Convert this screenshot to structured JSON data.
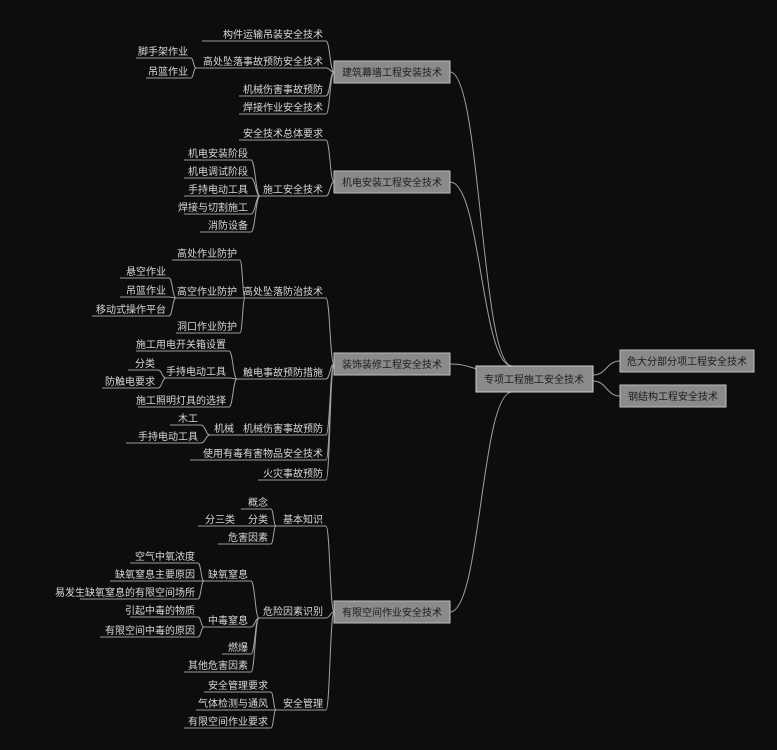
{
  "center": "专项工程施工安全技术",
  "right": [
    "危大分部分项工程安全技术",
    "钢结构工程安全技术"
  ],
  "branches": [
    {
      "label": "建筑幕墙工程安装技术",
      "children": [
        {
          "label": "构件运输吊装安全技术",
          "children": []
        },
        {
          "label": "高处坠落事故预防安全技术",
          "children": [
            {
              "label": "脚手架作业"
            },
            {
              "label": "吊篮作业"
            }
          ]
        },
        {
          "label": "机械伤害事故预防",
          "children": []
        },
        {
          "label": "焊接作业安全技术",
          "children": []
        }
      ]
    },
    {
      "label": "机电安装工程安全技术",
      "children": [
        {
          "label": "安全技术总体要求",
          "children": []
        },
        {
          "label": "施工安全技术",
          "children": [
            {
              "label": "机电安装阶段"
            },
            {
              "label": "机电调试阶段"
            },
            {
              "label": "手持电动工具"
            },
            {
              "label": "焊接与切割施工"
            },
            {
              "label": "消防设备"
            }
          ]
        }
      ]
    },
    {
      "label": "装饰装修工程安全技术",
      "children": [
        {
          "label": "高处坠落防治技术",
          "children": [
            {
              "label": "高处作业防护"
            },
            {
              "label": "高空作业防护",
              "children": [
                {
                  "label": "悬空作业"
                },
                {
                  "label": "吊篮作业"
                },
                {
                  "label": "移动式操作平台"
                }
              ]
            },
            {
              "label": "洞口作业防护"
            }
          ]
        },
        {
          "label": "触电事故预防措施",
          "children": [
            {
              "label": "施工用电开关箱设置"
            },
            {
              "label": "手持电动工具",
              "children": [
                {
                  "label": "分类"
                },
                {
                  "label": "防触电要求"
                }
              ]
            },
            {
              "label": "施工照明灯具的选择"
            }
          ]
        },
        {
          "label": "机械伤害事故预防",
          "children": [
            {
              "label": "机械",
              "children": [
                {
                  "label": "木工"
                },
                {
                  "label": "手持电动工具"
                }
              ]
            }
          ]
        },
        {
          "label": "使用有毒有害物品安全技术",
          "children": []
        },
        {
          "label": "火灾事故预防",
          "children": []
        }
      ]
    },
    {
      "label": "有限空间作业安全技术",
      "children": [
        {
          "label": "基本知识",
          "children": [
            {
              "label": "概念"
            },
            {
              "label": "分类",
              "children": [
                {
                  "label": "分三类"
                }
              ]
            },
            {
              "label": "危害因素"
            }
          ]
        },
        {
          "label": "危险因素识别",
          "children": [
            {
              "label": "缺氧窒息",
              "children": [
                {
                  "label": "空气中氧浓度"
                },
                {
                  "label": "缺氧窒息主要原因"
                },
                {
                  "label": "易发生缺氧窒息的有限空间场所"
                }
              ]
            },
            {
              "label": "中毒窒息",
              "children": [
                {
                  "label": "引起中毒的物质"
                },
                {
                  "label": "有限空间中毒的原因"
                }
              ]
            },
            {
              "label": "燃爆"
            },
            {
              "label": "其他危害因素"
            }
          ]
        },
        {
          "label": "安全管理",
          "children": [
            {
              "label": "安全管理要求"
            },
            {
              "label": "气体检测与通风"
            },
            {
              "label": "有限空间作业要求"
            }
          ]
        }
      ]
    }
  ]
}
